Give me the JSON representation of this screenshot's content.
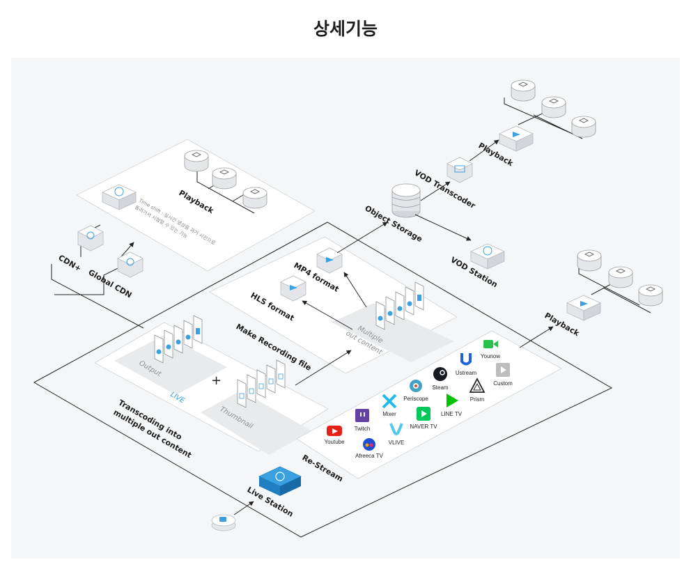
{
  "page": {
    "title": "상세기능"
  },
  "labels": {
    "live_station": "Live Station",
    "re_stream": "Re-Stream",
    "transcoding": "Transcoding into",
    "transcoding2": "multiple out content",
    "live": "LIVE",
    "output": "Output",
    "thumbnail": "Thumbnail",
    "make_recording": "Make Recording file",
    "hls_format": "HLS format",
    "mp4_format": "MP4 format",
    "multiple_out_1": "Multiple",
    "multiple_out_2": "out content",
    "object_storage": "Object Storage",
    "vod_transcoder": "VOD Transcoder",
    "vod_station": "VOD Station",
    "playback_top": "Playback",
    "playback_mid": "Playback",
    "playback_right": "Playback",
    "cdn_plus": "CDN+",
    "global_cdn": "Global CDN",
    "timeshift_1": "Time shift : 실시간 영상을 과거 시간으로",
    "timeshift_2": "돌려가서 시청할 수 있는 기능"
  },
  "services": [
    {
      "name": "Youtube",
      "color": "#e62117"
    },
    {
      "name": "Twitch",
      "color": "#6441a5"
    },
    {
      "name": "Afreeca TV",
      "color": "#1f4fd1"
    },
    {
      "name": "Mixer",
      "color": "#1fbaed"
    },
    {
      "name": "VLIVE",
      "color": "#54c7ec"
    },
    {
      "name": "Periscope",
      "color": "#40a4c4"
    },
    {
      "name": "NAVER TV",
      "color": "#03c75a"
    },
    {
      "name": "Steam",
      "color": "#171a21"
    },
    {
      "name": "LINE TV",
      "color": "#00c300"
    },
    {
      "name": "Ustream",
      "color": "#1e63d8"
    },
    {
      "name": "Prism",
      "color": "#222222"
    },
    {
      "name": "Younow",
      "color": "#27c14b"
    },
    {
      "name": "Custom",
      "color": "#bdbdbd"
    }
  ]
}
